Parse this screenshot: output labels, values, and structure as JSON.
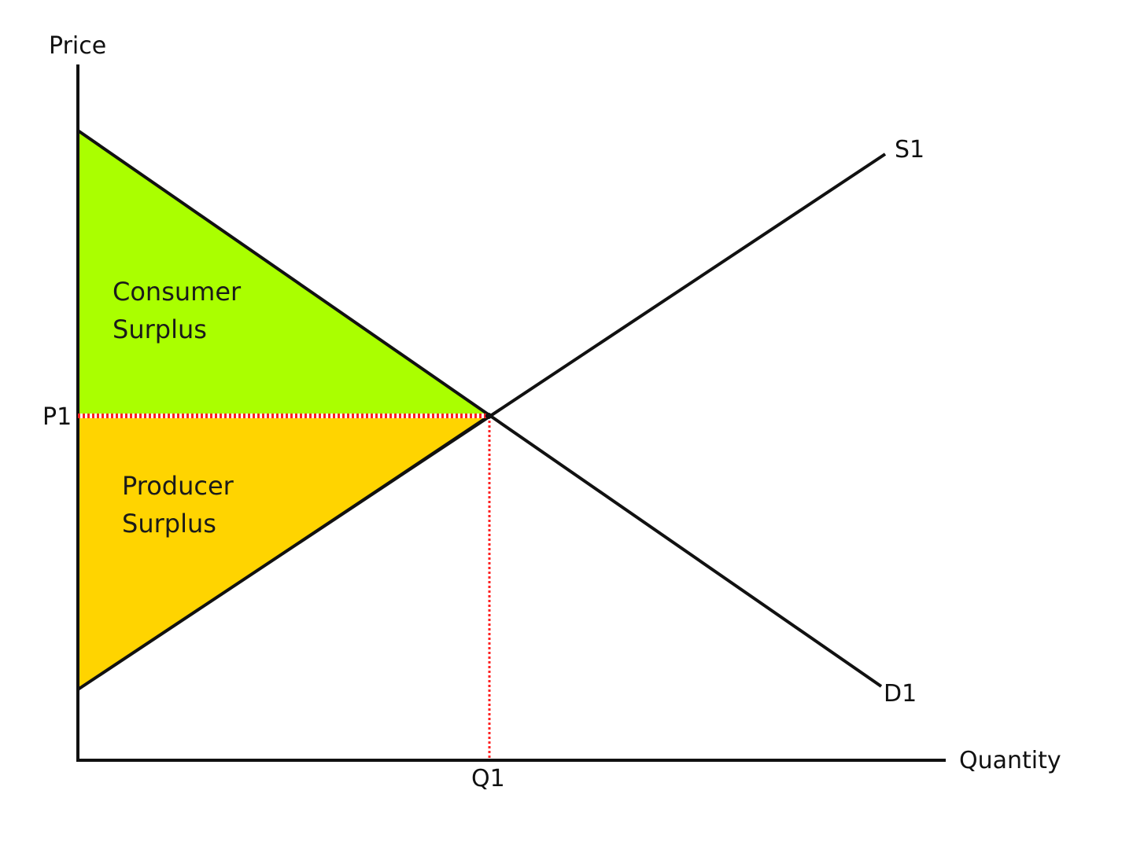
{
  "diagram": {
    "y_axis_label": "Price",
    "x_axis_label": "Quantity",
    "supply_label": "S1",
    "demand_label": "D1",
    "price_label": "P1",
    "quantity_label": "Q1",
    "consumer_surplus": {
      "line1": "Consumer",
      "line2": "Surplus"
    },
    "producer_surplus": {
      "line1": "Producer",
      "line2": "Surplus"
    }
  },
  "colors": {
    "consumer_surplus": "#aaff00",
    "producer_surplus": "#ffd400",
    "curves": "#111111",
    "equilibrium_guides": "#ff2020"
  }
}
